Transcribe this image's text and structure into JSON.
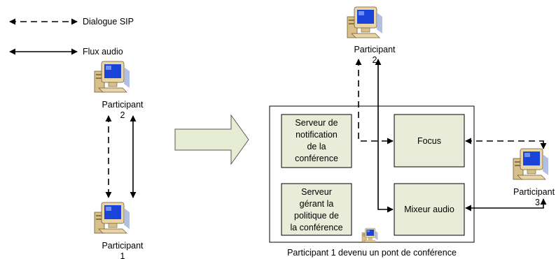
{
  "legend": {
    "dashed_label": "Dialogue SIP",
    "solid_label": "Flux audio"
  },
  "participants": {
    "left_top": {
      "line1": "Participant",
      "line2": "2"
    },
    "left_bottom": {
      "line1": "Participant",
      "line2": "1"
    },
    "right_top": {
      "line1": "Participant",
      "line2": "2"
    },
    "right_side": {
      "line1": "Participant",
      "line2": "3"
    }
  },
  "boxes": {
    "notification": [
      "Serveur de",
      "notification",
      "de la",
      "conférence"
    ],
    "policy": [
      "Serveur",
      "gérant la",
      "politique de",
      "la conférence"
    ],
    "focus": "Focus",
    "mixer": "Mixeur audio"
  },
  "caption": "Participant 1 devenu un pont de conférence",
  "icons": [
    "computer-icon",
    "arrow-right-icon"
  ],
  "colors": {
    "box_fill": "#e8ecd8",
    "big_arrow_fill": "#e6edd2",
    "monitor_body": "#e9d5a5",
    "screen": "#1a44d8",
    "line": "#000000"
  }
}
